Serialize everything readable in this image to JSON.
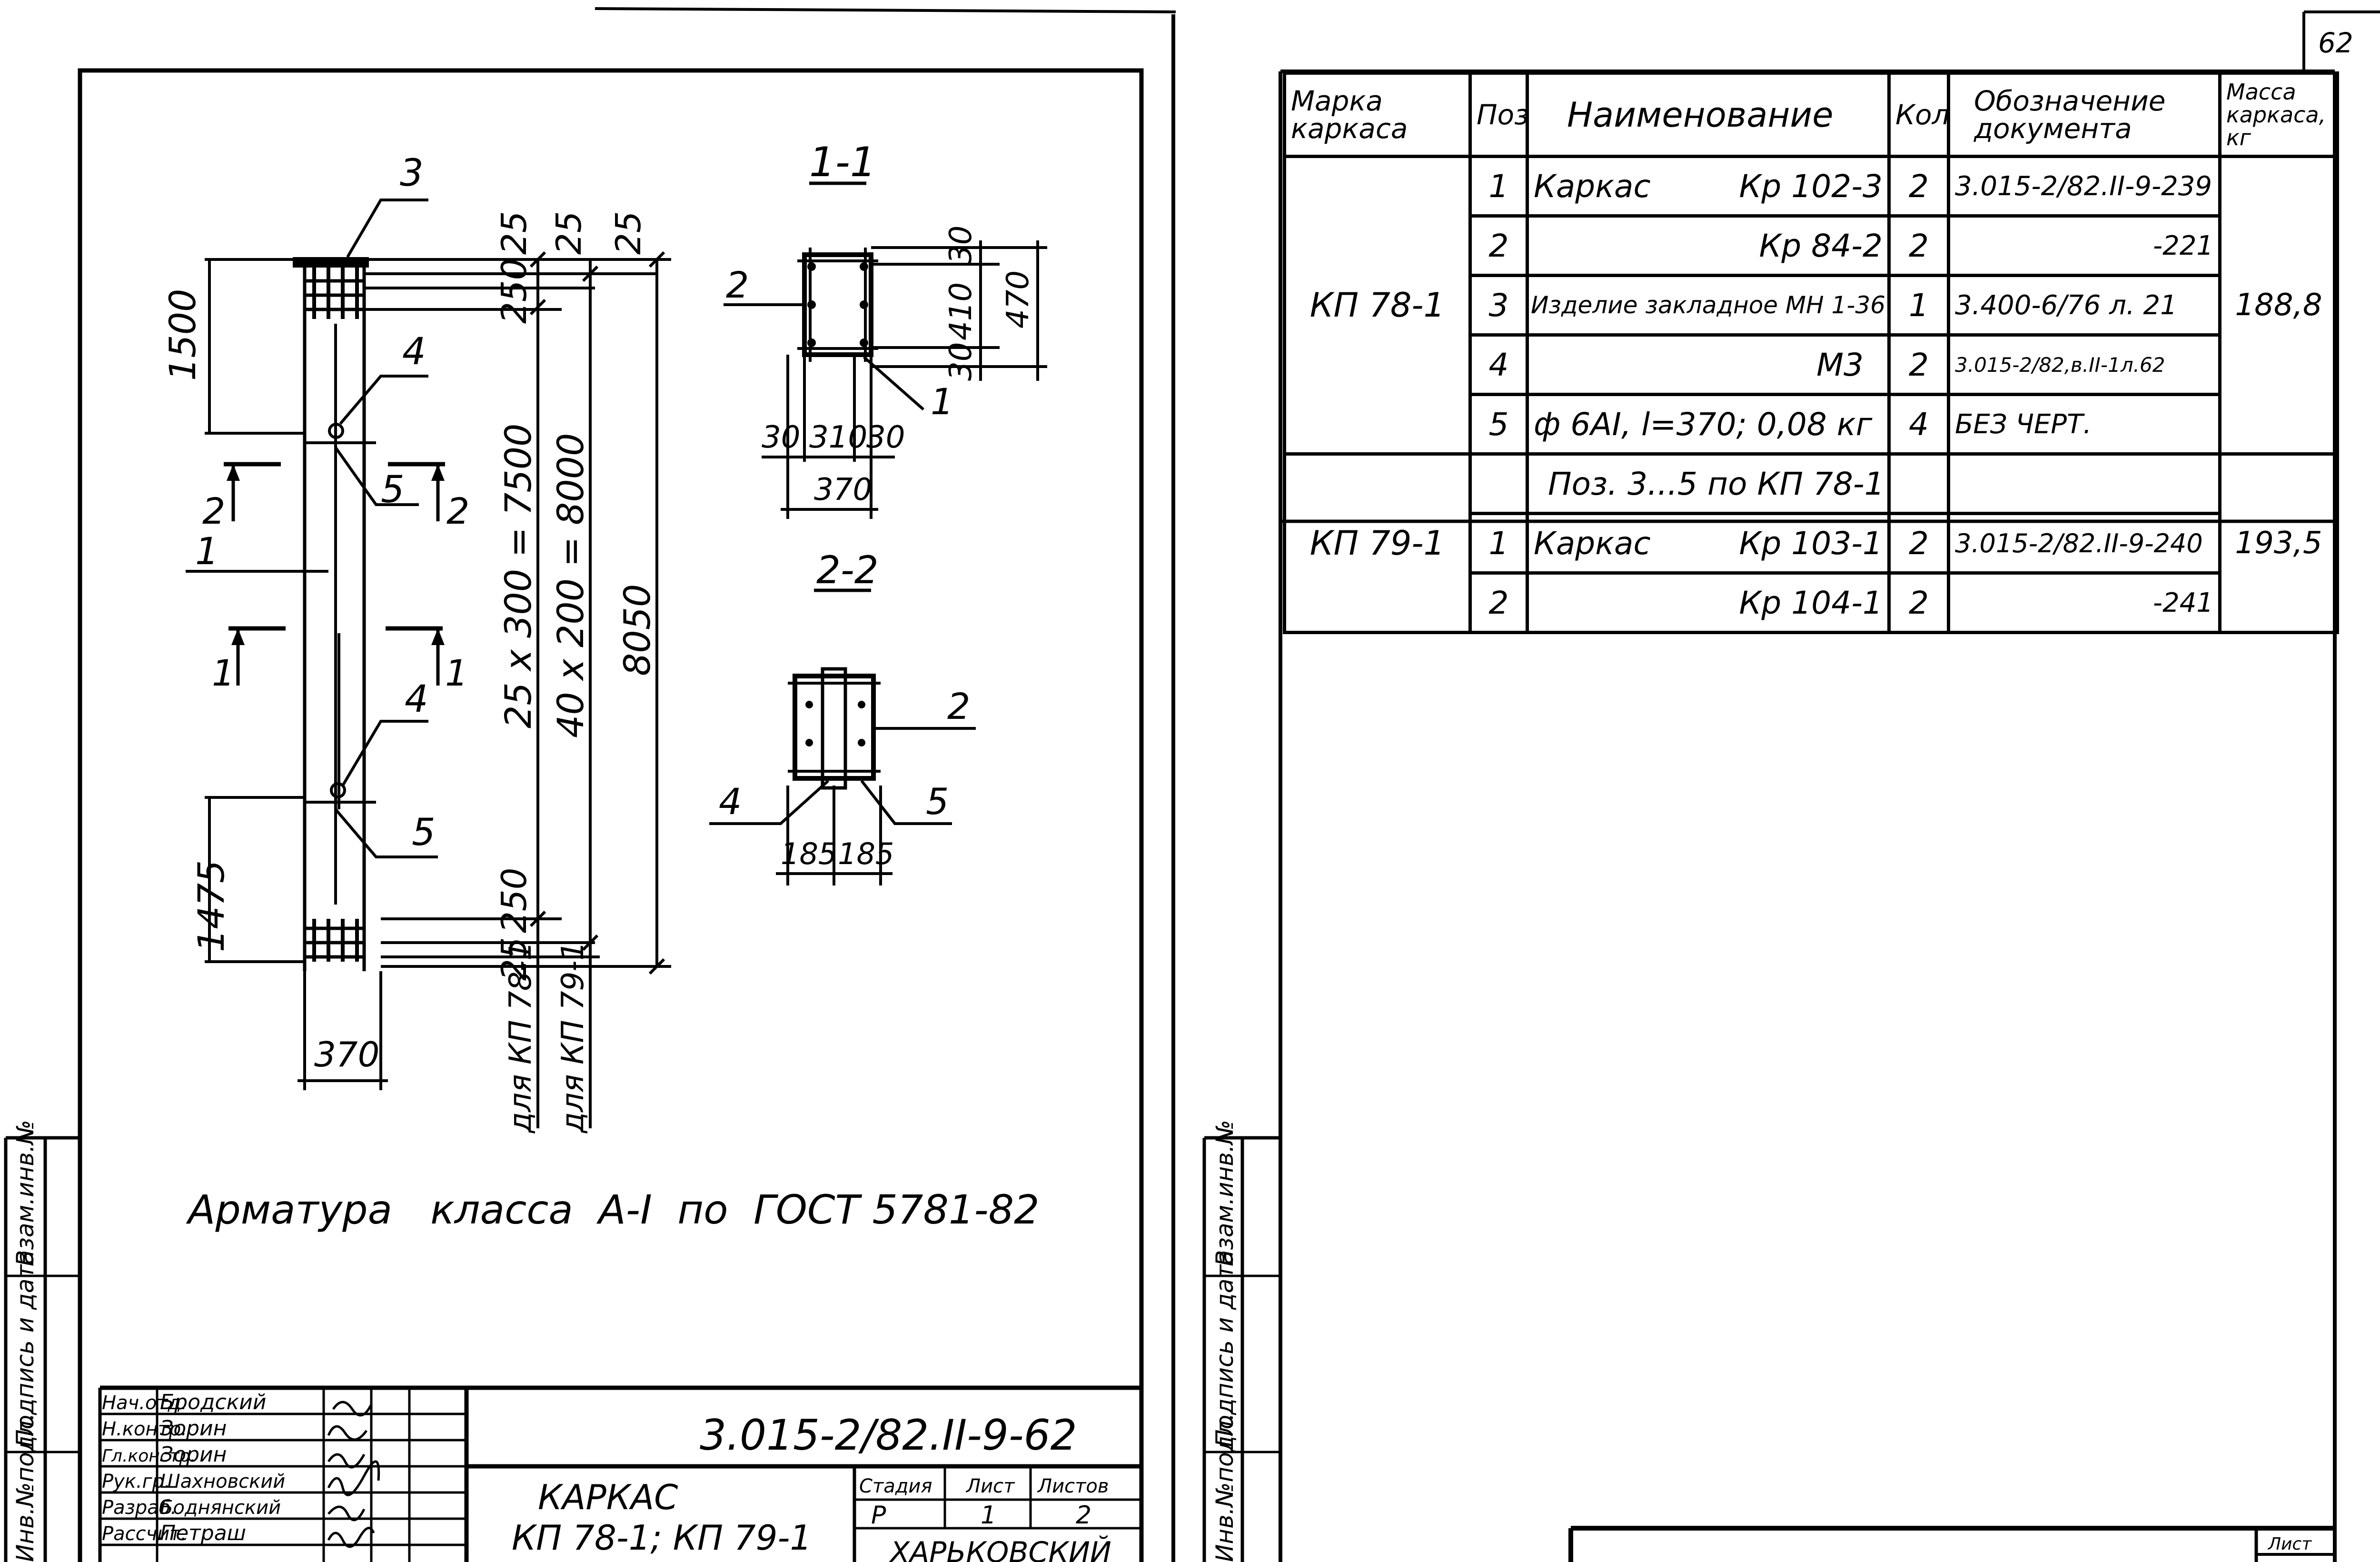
{
  "page_number": "62",
  "left_sheet": {
    "drawing": {
      "pos_3": "3",
      "pos_4_upper": "4",
      "pos_4_lower": "4",
      "pos_5_upper": "5",
      "pos_5_lower": "5",
      "pos_1": "1",
      "cut_2_left": "2",
      "cut_2_right": "2",
      "cut_1_left": "1",
      "cut_1_right": "1",
      "dim_1500": "1500",
      "dim_1475": "1475",
      "dim_370": "370",
      "dim_25_a": "25",
      "dim_25_b": "25",
      "dim_25_c": "25",
      "dim_25_d": "25",
      "dim_250_top": "250",
      "dim_250_bottom": "250",
      "dim_main_1": "25 x 300 = 7500",
      "dim_main_2": "40 x 200 = 8000",
      "dim_8050": "8050",
      "label_kp78": "для КП 78-1",
      "label_kp79": "для КП 79-1"
    },
    "section_1_1": {
      "title": "1-1",
      "pos_2": "2",
      "pos_1": "1",
      "dim_30_top": "30",
      "dim_410": "410",
      "dim_30_bottom": "30",
      "dim_470": "470",
      "dim_30_left": "30",
      "dim_310": "310",
      "dim_30_right": "30",
      "dim_370": "370"
    },
    "section_2_2": {
      "title": "2-2",
      "pos_2": "2",
      "pos_4": "4",
      "pos_5": "5",
      "dim_185_left": "185",
      "dim_185_right": "185"
    },
    "note": "Арматура   класса  А-I  по  ГОСТ 5781-82",
    "side_stamp": [
      "Взам.инв.№",
      "Подпись и дата",
      "Инв.№подл."
    ],
    "title_block": {
      "signatures": [
        {
          "role": "Нач.отд.",
          "name": "Бродский"
        },
        {
          "role": "Н.контр.",
          "name": "Зорин"
        },
        {
          "role": "Гл.констр.",
          "name": "Зорин"
        },
        {
          "role": "Рук.гр.",
          "name": "Шахновский"
        },
        {
          "role": "Разраб.",
          "name": "Боднянский"
        },
        {
          "role": "Рассчит.",
          "name": "Петраш"
        }
      ],
      "doc_code": "3.015-2/82.II-9-62",
      "title_line1": "КАРКАС",
      "title_line2": "КП 78-1; КП 79-1",
      "stage_header": "Стадия",
      "sheet_header": "Лист",
      "sheets_header": "Листов",
      "stage": "Р",
      "sheet": "1",
      "sheets": "2",
      "org": "ХАРЬКОВСКИЙ"
    }
  },
  "right_sheet": {
    "table": {
      "headers": [
        "Марка каркаса",
        "Поз.",
        "Наименование",
        "Кол.",
        "Обозначение документа",
        "Масса каркаса, кг"
      ],
      "groups": [
        {
          "mark": "КП 78-1",
          "mass": "188,8",
          "rows": [
            {
              "pos": "1",
              "name": "Каркас",
              "code": "Кр 102-3",
              "qty": "2",
              "doc": "3.015-2/82.II-9-239"
            },
            {
              "pos": "2",
              "name": "",
              "code": "Кр 84-2",
              "qty": "2",
              "doc": "-221"
            },
            {
              "pos": "3",
              "name": "Изделие закладное",
              "code": "МН 1-36",
              "qty": "1",
              "doc": "3.400-6/76 л. 21"
            },
            {
              "pos": "4",
              "name": "",
              "code": "М3",
              "qty": "2",
              "doc": "3.015-2/82,в.II-1л.62"
            },
            {
              "pos": "5",
              "name": "ф 6АI, l=370; 0,08 кг",
              "code": "",
              "qty": "4",
              "doc": "БЕЗ ЧЕРТ."
            }
          ]
        },
        {
          "mark": "КП 79-1",
          "mass": "193,5",
          "note_row": "Поз. 3...5 по КП 78-1",
          "rows": [
            {
              "pos": "1",
              "name": "Каркас",
              "code": "Кр 103-1",
              "qty": "2",
              "doc": "3.015-2/82.II-9-240"
            },
            {
              "pos": "2",
              "name": "",
              "code": "Кр 104-1",
              "qty": "2",
              "doc": "-241"
            }
          ]
        }
      ]
    },
    "side_stamp": [
      "Взам.инв.№",
      "Подпись и дата",
      "Инв.№подл."
    ],
    "bottom_label": "Лист"
  }
}
